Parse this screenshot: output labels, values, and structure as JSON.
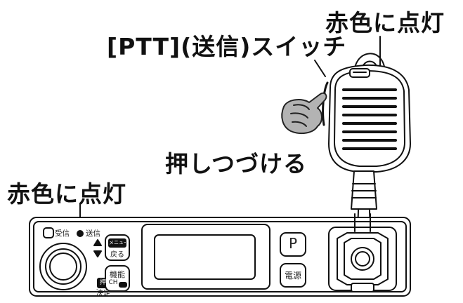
{
  "callouts": {
    "ptt_switch": "[PTT](送信)スイッチ",
    "top_lamp": "赤色に点灯",
    "hold": "押しつづける",
    "left_lamp": "赤色に点灯"
  },
  "radio": {
    "receive_label": "受信",
    "transmit_label": "送信",
    "menu_key_top": "メニュー",
    "menu_key_bottom": "戻る",
    "func_key_top": "機能",
    "func_key_bottom": "CH",
    "knob_push": "押",
    "knob_label": "決定",
    "p_key": "P",
    "power_key": "電源"
  },
  "colors": {
    "line": "#111111",
    "hand_fill": "#b3b3b3",
    "lamp": "#111111",
    "panel": "#ffffff"
  }
}
